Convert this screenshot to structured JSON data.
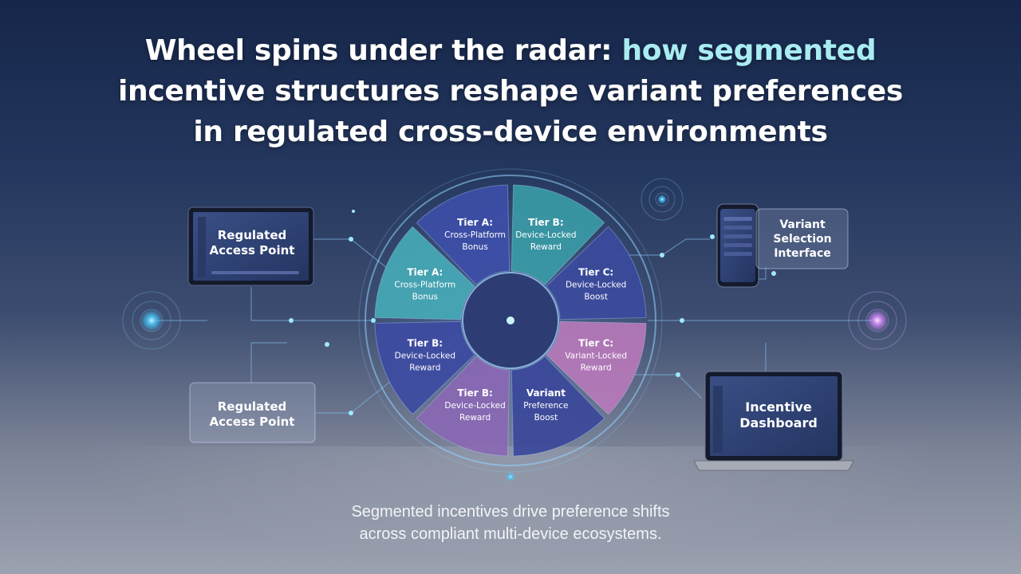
{
  "title": {
    "part1": "Wheel spins under the radar: ",
    "accent": "how segmented",
    "line2": "incentive structures reshape variant preferences",
    "line3": "in regulated cross-device environments"
  },
  "caption": {
    "line1": "Segmented incentives drive preference shifts",
    "line2": "across compliant multi-device ecosystems."
  },
  "wheel": {
    "segments": [
      {
        "line1": "Tier A:",
        "line2": "Cross-Platform",
        "line3": "Bonus",
        "color": "#3d4ea8"
      },
      {
        "line1": "Tier B:",
        "line2": "Device-Locked",
        "line3": "Reward",
        "color": "#3a9aa6"
      },
      {
        "line1": "Tier C:",
        "line2": "Device-Locked",
        "line3": "Boost",
        "color": "#3b4a9c"
      },
      {
        "line1": "Tier C:",
        "line2": "Variant-Locked",
        "line3": "Reward",
        "color": "#b678b8"
      },
      {
        "line1": "Variant",
        "line2": "Preference",
        "line3": "Boost",
        "color": "#3b489a"
      },
      {
        "line1": "Tier B:",
        "line2": "Device-Locked",
        "line3": "Reward",
        "color": "#8a68b4"
      },
      {
        "line1": "Tier B:",
        "line2": "Device-Locked",
        "line3": "Reward",
        "color": "#3d4ba2"
      },
      {
        "line1": "Tier A:",
        "line2": "Cross-Platform",
        "line3": "Bonus",
        "color": "#45a9b6"
      }
    ]
  },
  "nodes": {
    "tablet_left": {
      "line1": "Regulated",
      "line2": "Access Point"
    },
    "panel_left": {
      "line1": "Regulated",
      "line2": "Access Point"
    },
    "phone_panel": {
      "line1": "Variant",
      "line2": "Selection",
      "line3": "Interface"
    },
    "laptop": {
      "line1": "Incentive",
      "line2": "Dashboard"
    }
  }
}
